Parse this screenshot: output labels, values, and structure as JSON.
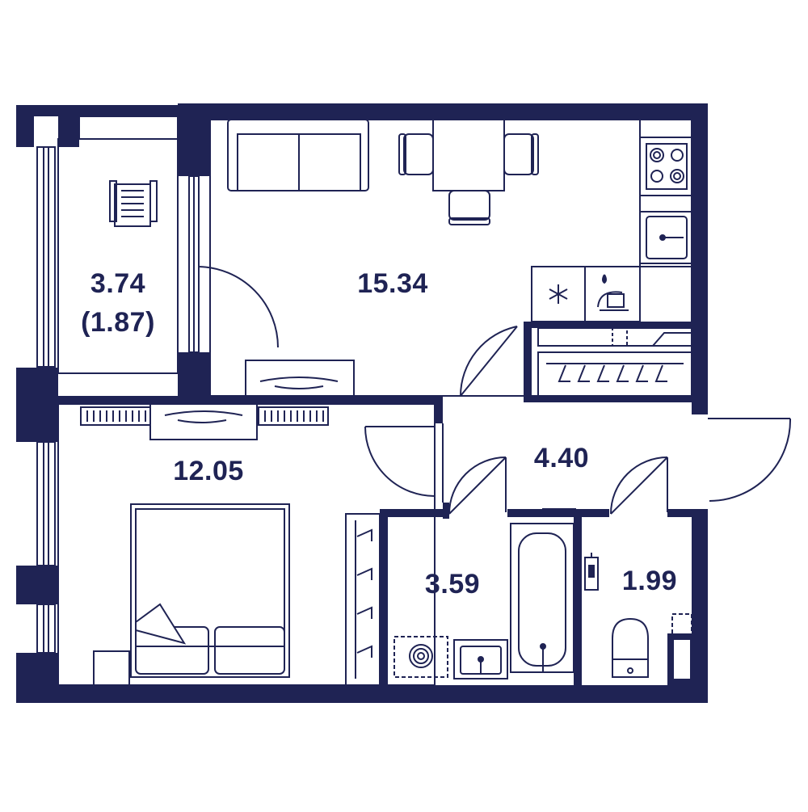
{
  "colors": {
    "wall": "#1f2354",
    "line": "#1f2354",
    "background": "#ffffff"
  },
  "rooms": {
    "balcony": {
      "area": "3.74",
      "area_reduced": "(1.87)"
    },
    "living_kitchen": {
      "area": "15.34"
    },
    "bedroom": {
      "area": "12.05"
    },
    "hallway": {
      "area": "4.40"
    },
    "bathroom": {
      "area": "3.59"
    },
    "toilet": {
      "area": "1.99"
    }
  },
  "icons": [
    "sofa-icon",
    "dining-table-icon",
    "stove-icon",
    "kitchen-sink-icon",
    "fridge-icon",
    "water-heater-icon",
    "wardrobe-icon",
    "double-bed-icon",
    "washing-machine-icon",
    "bathtub-icon",
    "toilet-icon",
    "drying-rack-icon"
  ]
}
